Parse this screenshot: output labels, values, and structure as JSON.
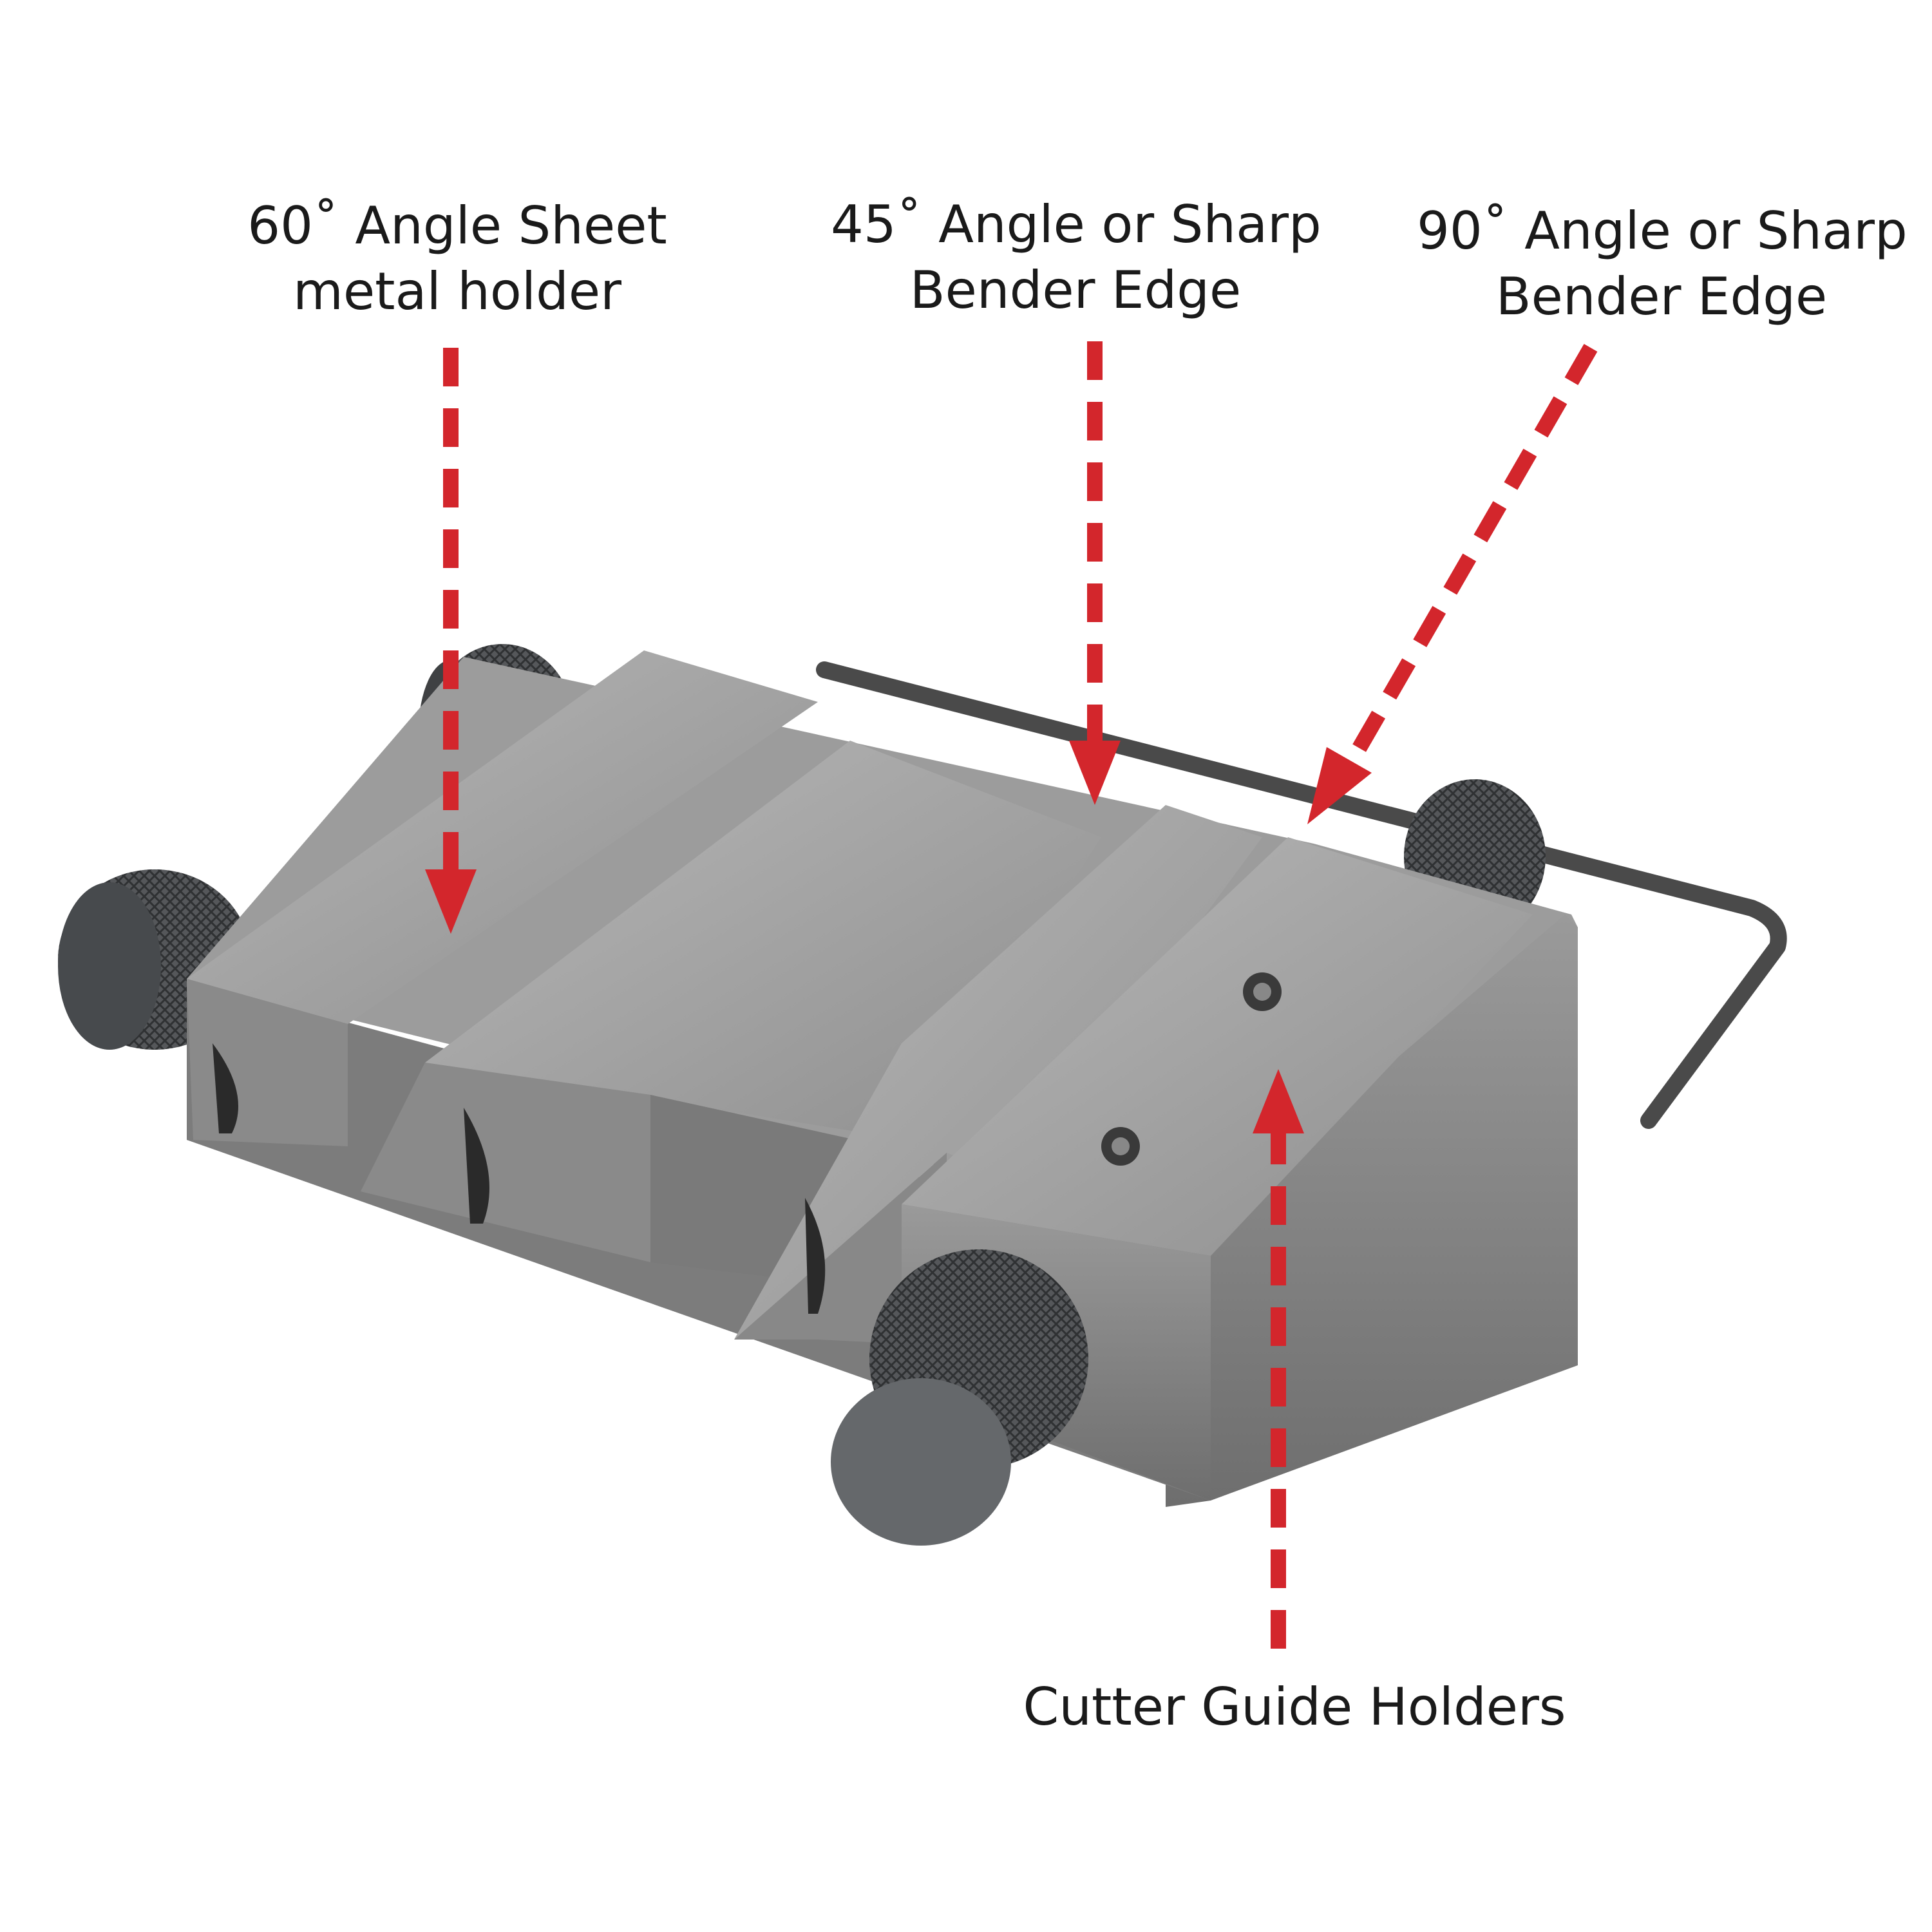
{
  "labels": {
    "sixty": {
      "line1": "60˚ Angle Sheet",
      "line2": "metal holder"
    },
    "fortyfive": {
      "line1": "45˚ Angle or Sharp",
      "line2": "Bender Edge"
    },
    "ninety": {
      "line1": "90˚ Angle or Sharp",
      "line2": "Bender Edge"
    },
    "cutter": {
      "line1": "Cutter Guide Holders"
    }
  },
  "colors": {
    "arrow": "#d3262c",
    "steel_light": "#a6a6a6",
    "steel_mid": "#8c8c8c",
    "steel_dark": "#5a5a5a",
    "knob": "#4d4f52",
    "text": "#1a1a1a"
  }
}
